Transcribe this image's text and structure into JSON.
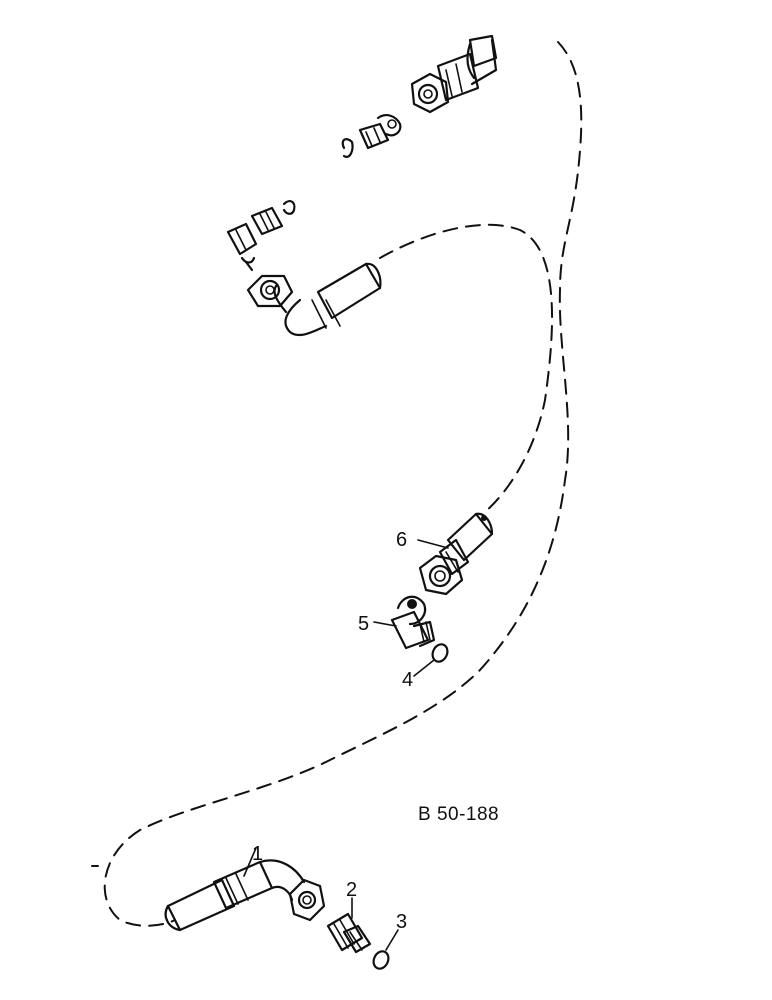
{
  "figure_code": "B 50-188",
  "callouts": [
    {
      "id": "1",
      "label": "1"
    },
    {
      "id": "2",
      "label": "2"
    },
    {
      "id": "3",
      "label": "3"
    },
    {
      "id": "4",
      "label": "4"
    },
    {
      "id": "5",
      "label": "5"
    },
    {
      "id": "6",
      "label": "6"
    }
  ],
  "colors": {
    "ink": "#111111",
    "paper": "#ffffff"
  }
}
